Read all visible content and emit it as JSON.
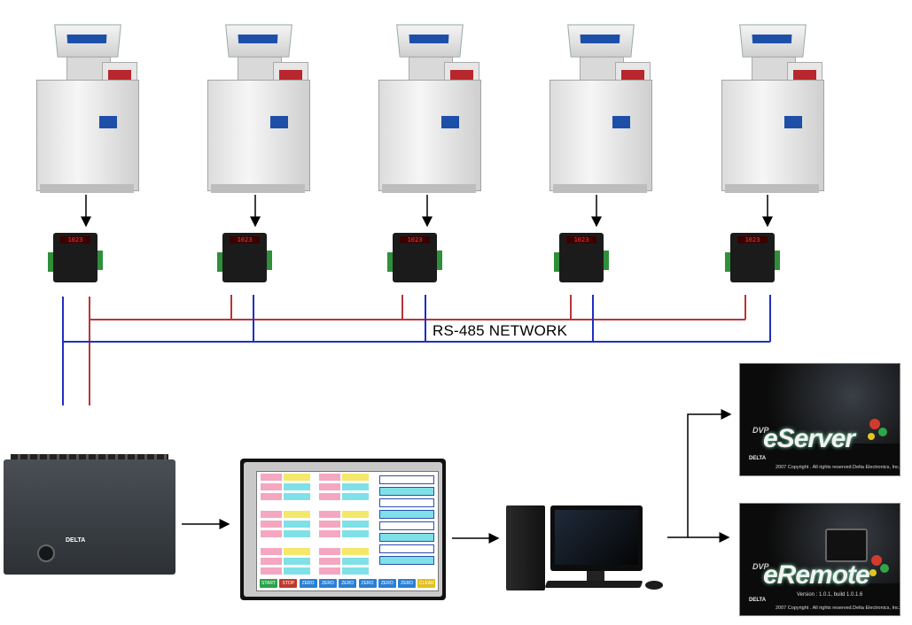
{
  "diagram": {
    "network_label": "RS-485 NETWORK",
    "colors": {
      "line_blue": "#1f2fbf",
      "line_red": "#b7353a",
      "arrow": "#000000"
    },
    "nodes": {
      "machines": [
        {
          "name": "grinding-machine-1"
        },
        {
          "name": "grinding-machine-2"
        },
        {
          "name": "grinding-machine-3"
        },
        {
          "name": "grinding-machine-4"
        },
        {
          "name": "grinding-machine-5"
        }
      ],
      "amplifiers": [
        {
          "display": "1023"
        },
        {
          "display": "1023"
        },
        {
          "display": "1023"
        },
        {
          "display": "1023"
        },
        {
          "display": "1023"
        }
      ],
      "plc": {
        "brand": "DELTA",
        "icon": "plc-controller-icon"
      },
      "hmi": {
        "icon": "hmi-touch-panel-icon",
        "buttons": [
          "START",
          "STOP",
          "ZERO",
          "ZERO",
          "ZERO",
          "ZERO",
          "ZERO",
          "ZERO",
          "CLEAR"
        ],
        "button_colors": [
          "#2aa34a",
          "#c0392b",
          "#2a7fd4",
          "#2a7fd4",
          "#2a7fd4",
          "#2a7fd4",
          "#2a7fd4",
          "#2a7fd4",
          "#e0c020"
        ]
      },
      "pc": {
        "icon": "desktop-computer-icon"
      },
      "eserver": {
        "prefix": "DVP",
        "title": "eServer",
        "brand": "DELTA",
        "copyright": "2007 Copyright . All rights reserved.Delta Electronics, Inc."
      },
      "eremote": {
        "prefix": "DVP",
        "title": "eRemote",
        "brand": "DELTA",
        "version": "Version : 1.0.1, build 1.0.1.6",
        "copyright": "2007 Copyright . All rights reserved.Delta Electronics, Inc."
      }
    }
  }
}
